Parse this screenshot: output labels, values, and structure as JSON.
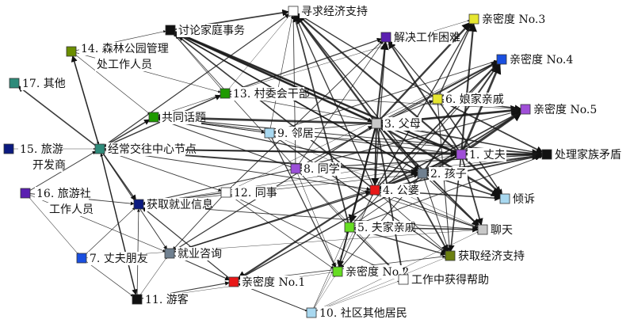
{
  "title": "Social network diagram",
  "nodes": [
    {
      "id": "xq",
      "label": [
        "寻求经济支持"
      ],
      "color": "#ffffff",
      "kind": "function"
    },
    {
      "id": "tl",
      "label": [
        "讨论家庭事务"
      ],
      "color": "#111111",
      "kind": "function"
    },
    {
      "id": "q3",
      "label": [
        "亲密度 No.3"
      ],
      "color": "#e6e630",
      "kind": "intimacy"
    },
    {
      "id": "jj",
      "label": [
        "解决工作困难"
      ],
      "color": "#5a1fb0",
      "kind": "function"
    },
    {
      "id": "n14",
      "label": [
        "14. 森林公园管理",
        "处工作人员"
      ],
      "color": "#6b8e00",
      "kind": "actor"
    },
    {
      "id": "q4",
      "label": [
        "亲密度 No.4"
      ],
      "color": "#1a4fe0",
      "kind": "intimacy"
    },
    {
      "id": "n17",
      "label": [
        "17. 其他"
      ],
      "color": "#2e8b7a",
      "kind": "actor"
    },
    {
      "id": "n13",
      "label": [
        "13. 村委会干部"
      ],
      "color": "#1e9a00",
      "kind": "actor"
    },
    {
      "id": "n6",
      "label": [
        "6. 娘家亲戚"
      ],
      "color": "#e6e630",
      "kind": "actor"
    },
    {
      "id": "q5",
      "label": [
        "亲密度 No.5"
      ],
      "color": "#a04fd8",
      "kind": "intimacy"
    },
    {
      "id": "gt",
      "label": [
        "共同话题"
      ],
      "color": "#1e9a00",
      "kind": "function"
    },
    {
      "id": "n3",
      "label": [
        "3. 父母"
      ],
      "color": "#c8c8c8",
      "kind": "actor"
    },
    {
      "id": "n9",
      "label": [
        "9. 邻居"
      ],
      "color": "#a8d8f0",
      "kind": "actor"
    },
    {
      "id": "n15",
      "label": [
        "15. 旅游",
        "开发商"
      ],
      "color": "#0b1a80",
      "kind": "actor"
    },
    {
      "id": "hub",
      "label": [
        "经常交往中心节点"
      ],
      "color": "#2e8b7a",
      "kind": "hub"
    },
    {
      "id": "n1",
      "label": [
        "1. 丈夫"
      ],
      "color": "#a04fd8",
      "kind": "actor"
    },
    {
      "id": "cl",
      "label": [
        "处理家族矛盾"
      ],
      "color": "#111111",
      "kind": "function"
    },
    {
      "id": "n8",
      "label": [
        "8. 同学"
      ],
      "color": "#9b4fd8",
      "kind": "actor"
    },
    {
      "id": "n2",
      "label": [
        "2. 孩子"
      ],
      "color": "#708090",
      "kind": "actor"
    },
    {
      "id": "n4",
      "label": [
        "4. 公婆"
      ],
      "color": "#e81818",
      "kind": "actor"
    },
    {
      "id": "qs",
      "label": [
        "倾诉"
      ],
      "color": "#a8d8f0",
      "kind": "function"
    },
    {
      "id": "n16",
      "label": [
        "16. 旅游社",
        "工作人员"
      ],
      "color": "#5a1fb0",
      "kind": "actor"
    },
    {
      "id": "jy",
      "label": [
        "获取就业信息"
      ],
      "color": "#0b1a80",
      "kind": "function"
    },
    {
      "id": "n12",
      "label": [
        "12. 同事"
      ],
      "color": "#ffffff",
      "kind": "actor"
    },
    {
      "id": "n5",
      "label": [
        "5. 夫家亲戚"
      ],
      "color": "#66dd22",
      "kind": "actor"
    },
    {
      "id": "lt",
      "label": [
        "聊天"
      ],
      "color": "#c8c8c8",
      "kind": "function"
    },
    {
      "id": "n7",
      "label": [
        "7. 丈夫朋友"
      ],
      "color": "#1a4fe0",
      "kind": "actor"
    },
    {
      "id": "zx",
      "label": [
        "就业咨询"
      ],
      "color": "#708090",
      "kind": "function"
    },
    {
      "id": "jz",
      "label": [
        "获取经济支持"
      ],
      "color": "#6b7f10",
      "kind": "function"
    },
    {
      "id": "q1",
      "label": [
        "亲密度 No.1"
      ],
      "color": "#e81818",
      "kind": "intimacy"
    },
    {
      "id": "q2",
      "label": [
        "亲密度 No.2"
      ],
      "color": "#66dd22",
      "kind": "intimacy"
    },
    {
      "id": "gz",
      "label": [
        "工作中获得帮助"
      ],
      "color": "#ffffff",
      "kind": "function"
    },
    {
      "id": "n11",
      "label": [
        "11. 游客"
      ],
      "color": "#111111",
      "kind": "actor"
    },
    {
      "id": "n10",
      "label": [
        "10. 社区其他居民"
      ],
      "color": "#a8d8f0",
      "kind": "actor"
    }
  ],
  "edges": [
    {
      "from": "n3",
      "to": [
        "xq",
        "tl",
        "jj",
        "cl",
        "qs",
        "lt",
        "jz",
        "gt",
        "q3",
        "q4",
        "q5",
        "n1",
        "n2",
        "n4",
        "n5",
        "n6",
        "gz",
        "q2"
      ],
      "w": 2.2
    },
    {
      "from": "n1",
      "to": [
        "xq",
        "tl",
        "jj",
        "cl",
        "qs",
        "lt",
        "jz",
        "q3",
        "q4",
        "q5",
        "n2",
        "n3",
        "n4",
        "q1"
      ],
      "w": 2.2
    },
    {
      "from": "n2",
      "to": [
        "xq",
        "tl",
        "cl",
        "qs",
        "lt",
        "jz",
        "q4",
        "q5",
        "n4",
        "q2"
      ],
      "w": 2
    },
    {
      "from": "n4",
      "to": [
        "xq",
        "tl",
        "jj",
        "cl",
        "qs",
        "lt",
        "jz",
        "q3",
        "q4",
        "q5",
        "q1",
        "q2"
      ],
      "w": 1.8
    },
    {
      "from": "n5",
      "to": [
        "xq",
        "tl",
        "cl",
        "lt",
        "jz",
        "q4",
        "q5",
        "q2",
        "gz"
      ],
      "w": 1.4
    },
    {
      "from": "n6",
      "to": [
        "xq",
        "jj",
        "cl",
        "qs",
        "q3",
        "q4",
        "q5",
        "jz"
      ],
      "w": 1.4
    },
    {
      "from": "n8",
      "to": [
        "xq",
        "jj",
        "gt",
        "lt",
        "jy",
        "cl",
        "q4",
        "q5",
        "q2",
        "gz"
      ],
      "w": 1.2
    },
    {
      "from": "n9",
      "to": [
        "xq",
        "gt",
        "lt",
        "cl",
        "q4",
        "q5",
        "q2",
        "jz"
      ],
      "w": 1
    },
    {
      "from": "n12",
      "to": [
        "jj",
        "jy",
        "zx",
        "gz",
        "q2",
        "q4",
        "cl"
      ],
      "w": 1
    },
    {
      "from": "n13",
      "to": [
        "xq",
        "tl",
        "jj",
        "gt",
        "cl",
        "q5",
        "q3"
      ],
      "w": 1
    },
    {
      "from": "hub",
      "to": [
        "gt",
        "n13",
        "jy",
        "zx",
        "n11",
        "n14",
        "n17",
        "xq",
        "n1",
        "n2",
        "n4",
        "n12",
        "cl"
      ],
      "w": 1.5
    },
    {
      "from": "n14",
      "to": [
        "tl",
        "gt",
        "hub",
        "n13"
      ],
      "w": 0.8
    },
    {
      "from": "n15",
      "to": [
        "hub"
      ],
      "w": 0.8
    },
    {
      "from": "n16",
      "to": [
        "hub",
        "jy",
        "n7",
        "zx"
      ],
      "w": 0.8
    },
    {
      "from": "n7",
      "to": [
        "jy",
        "n11",
        "lt"
      ],
      "w": 0.8
    },
    {
      "from": "n11",
      "to": [
        "jy",
        "zx",
        "hub",
        "q1",
        "q2"
      ],
      "w": 0.9
    },
    {
      "from": "n10",
      "to": [
        "gz",
        "q2",
        "q1",
        "n5",
        "n4",
        "jz",
        "lt"
      ],
      "w": 0.8
    },
    {
      "from": "q1",
      "to": [
        "n10",
        "jy",
        "jz"
      ],
      "w": 1
    },
    {
      "from": "zx",
      "to": [
        "n2",
        "n4",
        "n3",
        "q1"
      ],
      "w": 1.2
    },
    {
      "from": "jy",
      "to": [
        "n2",
        "n1",
        "lt"
      ],
      "w": 1
    },
    {
      "from": "gt",
      "to": [
        "n1",
        "n2",
        "n9",
        "cl"
      ],
      "w": 1.4
    },
    {
      "from": "tl",
      "to": [
        "n1",
        "n2",
        "n3",
        "xq"
      ],
      "w": 1.6
    }
  ]
}
